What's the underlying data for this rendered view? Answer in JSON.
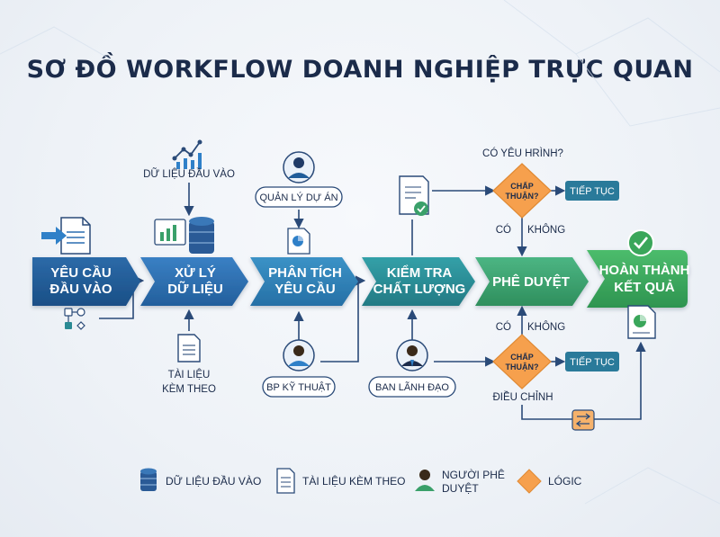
{
  "title": "SƠ ĐỒ WORKFLOW DOANH NGHIỆP TRỰC QUAN",
  "stages": [
    {
      "line1": "YÊU CẦU",
      "line2": "ĐẦU VÀO"
    },
    {
      "line1": "XỬ LÝ",
      "line2": "DỮ LIỆU"
    },
    {
      "line1": "PHÂN TÍCH",
      "line2": "YÊU CẦU"
    },
    {
      "line1": "KIỂM TRA",
      "line2": "CHẤT LƯỢNG"
    },
    {
      "line1": "PHÊ DUYỆT"
    },
    {
      "line1": "HOÀN THÀNH",
      "line2": "KẾT QUẢ"
    }
  ],
  "annotations": {
    "data_input": "DỮ LIỆU ĐẦU VÀO",
    "project_manager": "QUẢN LÝ DỰ ÁN",
    "attach_line1": "TÀI LIỆU",
    "attach_line2": "KÈM THEO",
    "tech_dept": "BP KỸ THUẬT",
    "board": "BAN LÃNH ĐẠO",
    "question": "CÓ YÊU HRÌNH?"
  },
  "decisions": {
    "top": {
      "line1": "CHẤP",
      "line2": "THUẬN?",
      "yes": "CÓ",
      "no": "KHÔNG",
      "action": "TIẾP TỤC"
    },
    "bottom": {
      "line1": "CHẤP",
      "line2": "THUẬN?",
      "yes": "CÓ",
      "no": "KHÔNG",
      "action": "TIẾP TỤC",
      "adjust": "ĐIỀU CHỈNH"
    }
  },
  "legend": {
    "data_input": "DỮ LIỆU ĐẦU VÀO",
    "attachments": "TÀI LIỆU KÈM THEO",
    "approver_line1": "NGƯỜI PHÊ",
    "approver_line2": "DUYỆT",
    "logic": "LÓGIC"
  },
  "colors": {
    "stage1": "#1f5c99",
    "stage2": "#2a6db0",
    "stage3": "#2f80b8",
    "stage4": "#2a8a94",
    "stage5": "#3aa06a",
    "stage6": "#3aa65a",
    "decision": "#f6a04d",
    "action": "#2a7a9a",
    "navy": "#1b2b4a"
  }
}
